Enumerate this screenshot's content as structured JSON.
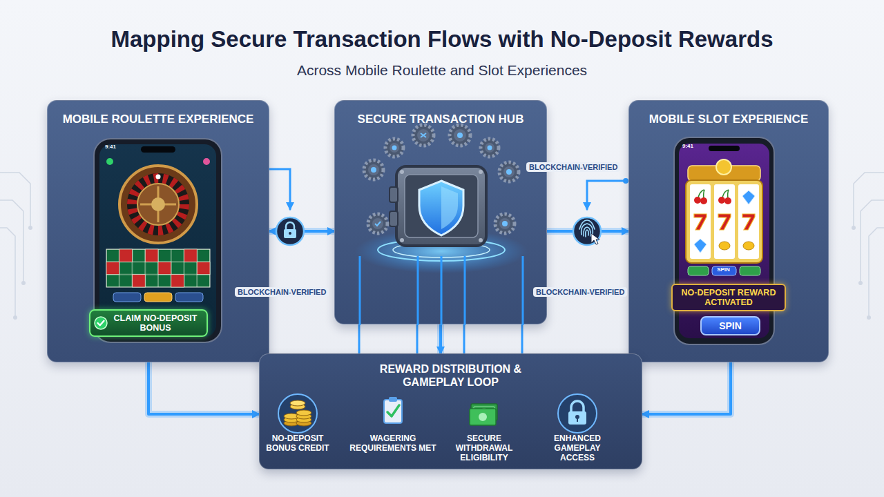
{
  "diagram": {
    "title": "Mapping Secure Transaction Flows with No-Deposit Rewards",
    "nodes": [
      {
        "text": [
          "MOBILE ROULETTE EXPERIENCE"
        ]
      },
      {
        "text": [
          "CLAIM NO-DEPOSIT BONUS"
        ],
        "in": 0
      },
      {
        "text": [
          "SECURE TRANSACTION HUB"
        ]
      },
      {
        "text": [
          "MOBILE SLOT EXPERIENCE"
        ]
      },
      {
        "text": [
          "NO-DEPOSIT REWARD ACTIVATED"
        ],
        "in": 3
      },
      {
        "text": [
          "SPIN"
        ],
        "in": 3
      },
      {
        "text": [
          "REWARD DISTRIBUTION & GAMEPLAY LOOP"
        ]
      },
      {
        "text": [
          "NO-DEPOSIT BONUS CREDIT"
        ],
        "in": 6
      },
      {
        "text": [
          "WAGERING REQUIREMENTS MET"
        ],
        "in": 6
      },
      {
        "text": [
          "SECURE WITHDRAWAL ELIGIBILITY"
        ],
        "in": 6
      },
      {
        "text": [
          "ENHANCED GAMEPLAY ACCESS"
        ],
        "in": 6
      }
    ],
    "edges": [
      {
        "from": 0,
        "to": 2,
        "arrow": "both"
      },
      {
        "from": 2,
        "to": 3,
        "arrow": "to"
      },
      {
        "from": 0,
        "to": 6,
        "arrow": "to"
      },
      {
        "from": 3,
        "to": 6,
        "arrow": "to"
      },
      {
        "from": 2,
        "to": 6,
        "arrow": "to"
      },
      {
        "from": 7,
        "to": 8,
        "arrow": "to"
      },
      {
        "from": 8,
        "to": 9,
        "arrow": "to"
      },
      {
        "from": 9,
        "to": 10,
        "arrow": "to"
      }
    ],
    "labels": [
      "Across Mobile Roulette and Slot Experiences",
      "BLOCKCHAIN-VERIFIED",
      "BLOCKCHAIN-VERIFIED",
      "BLOCKCHAIN-VERIFIED",
      "SPIN",
      "9:41",
      "9:41"
    ]
  }
}
